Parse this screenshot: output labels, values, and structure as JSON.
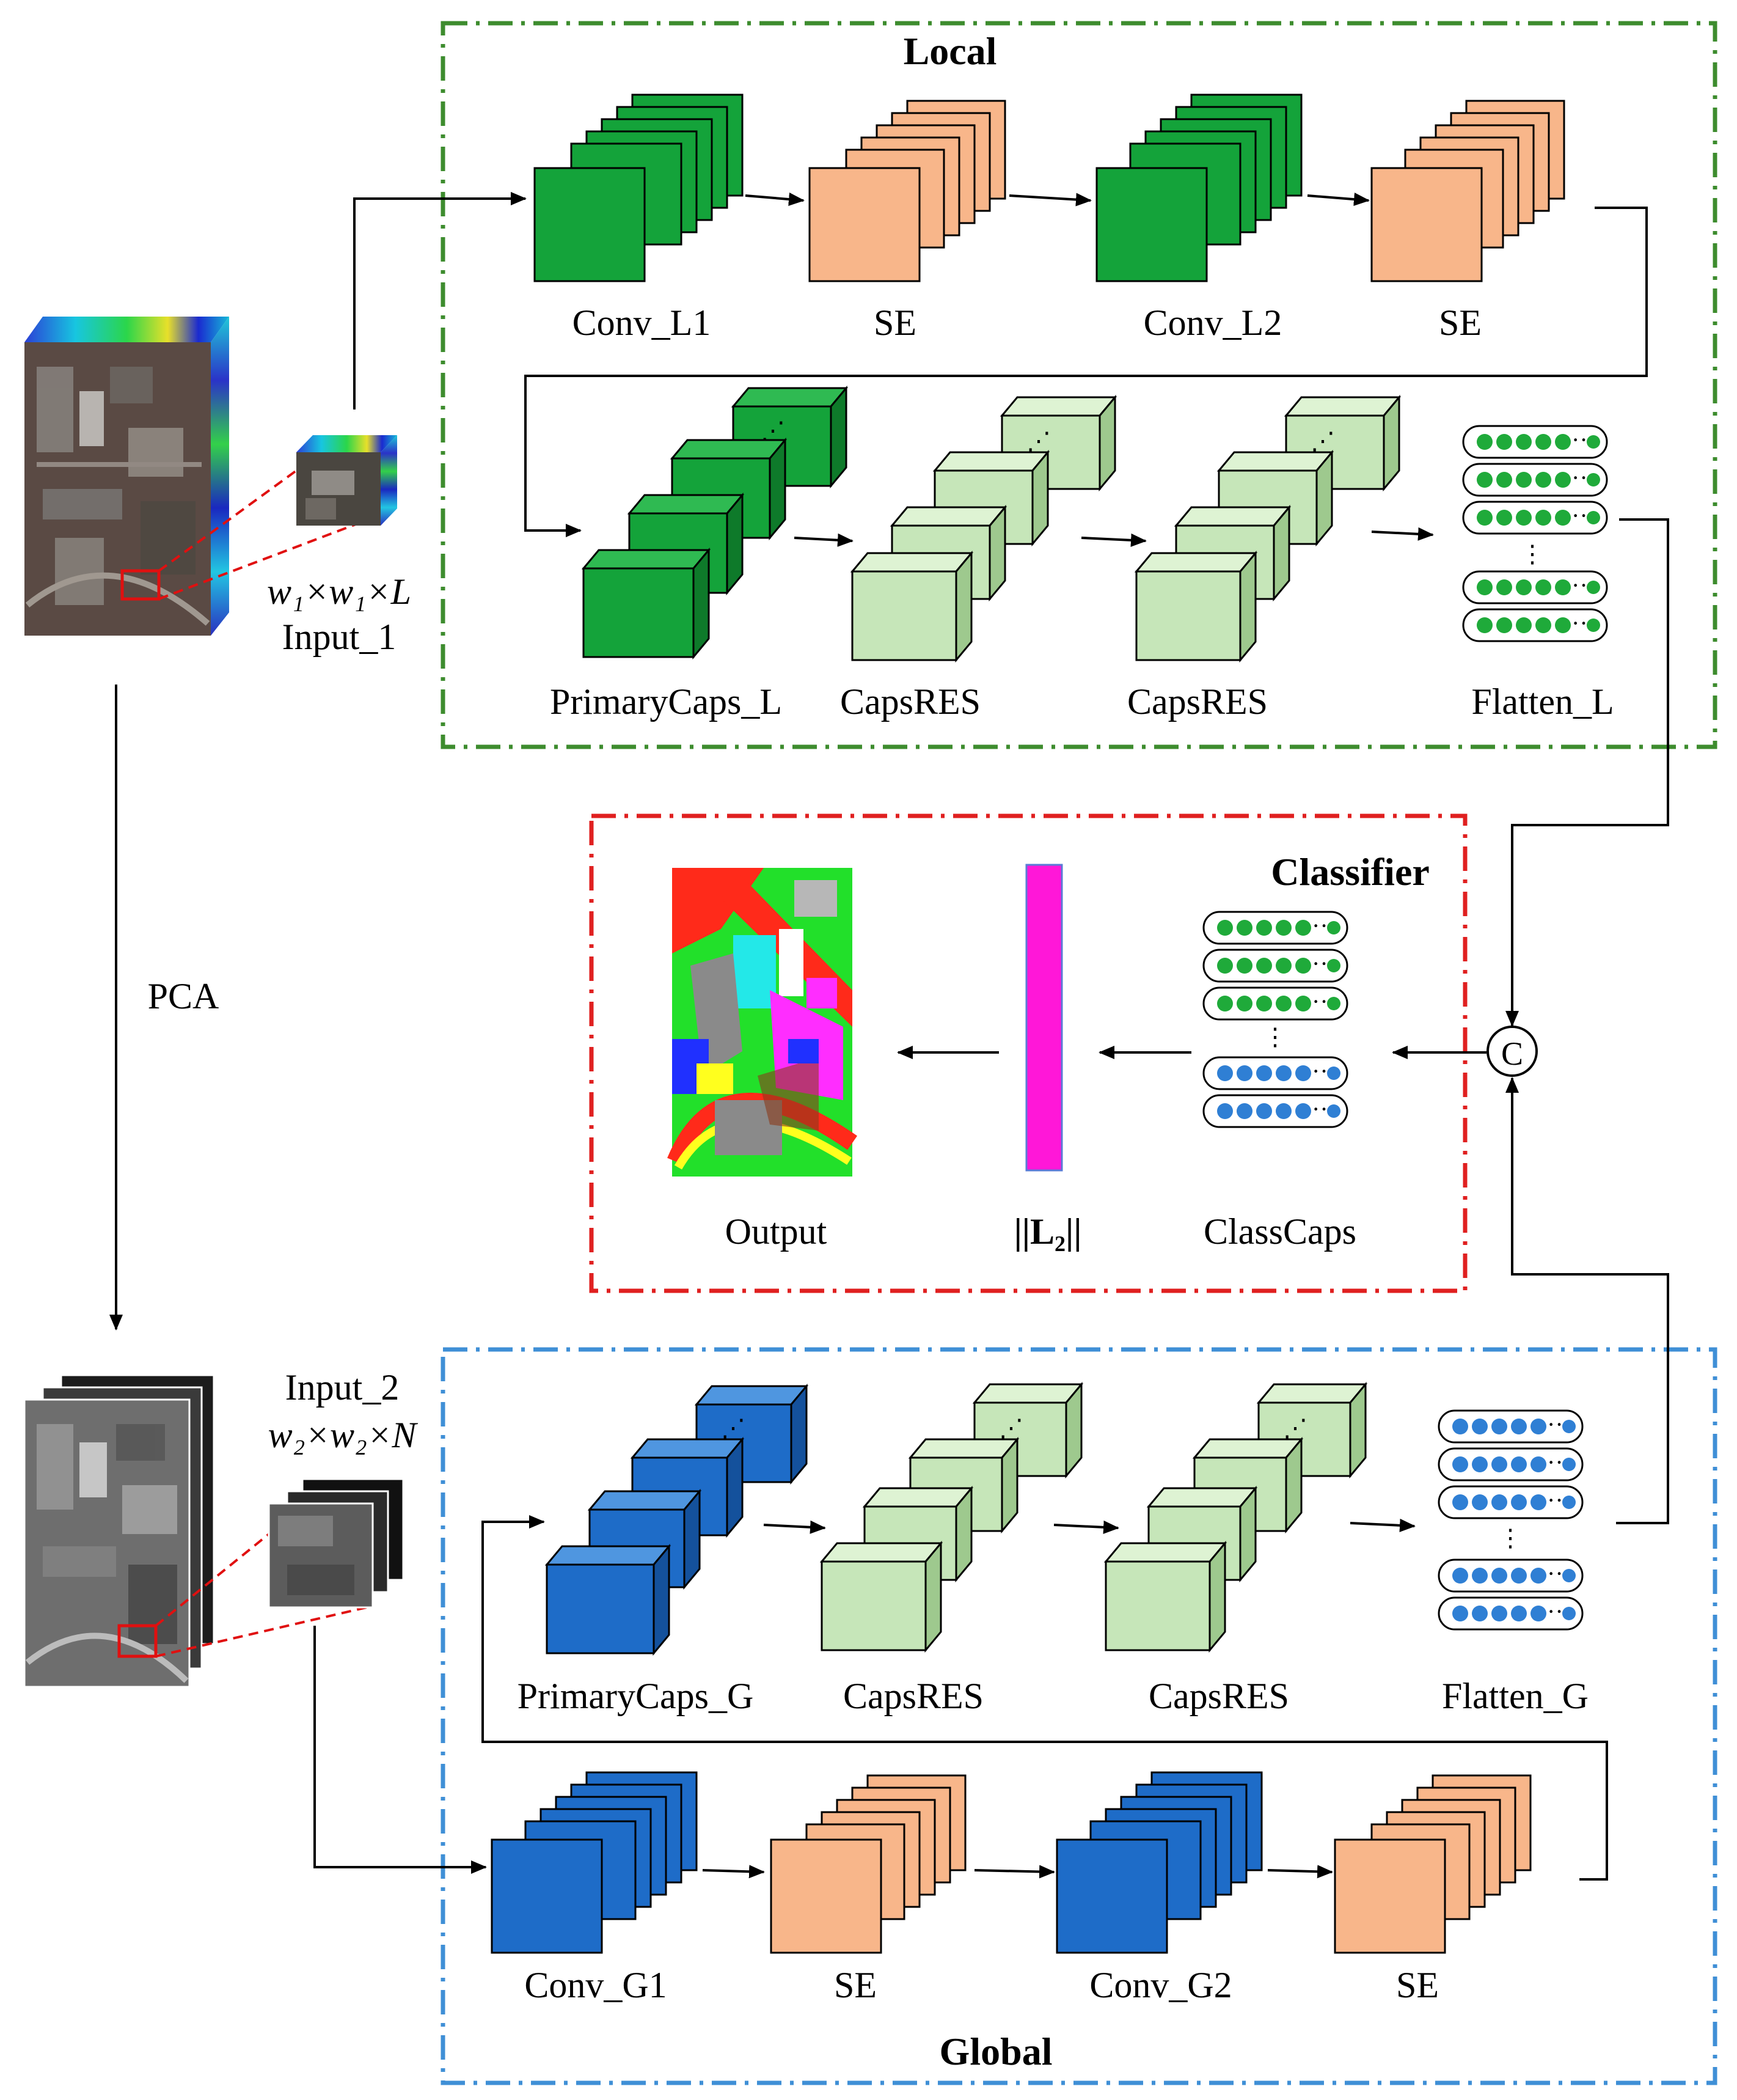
{
  "colors": {
    "conv_local": "#14a33a",
    "conv_global": "#1e6cc8",
    "se": "#f8b68a",
    "caps": "#c6e6b9",
    "local_border": "#3d8c2e",
    "classifier_border": "#e02020",
    "global_border": "#3f8fd6",
    "norm_bar": "#ff17d8",
    "capsule_local_dot": "#1faa3a",
    "capsule_global_dot": "#2f7fd4"
  },
  "modules": {
    "local": "Local",
    "classifier": "Classifier",
    "global": "Global"
  },
  "labels": {
    "conv_l1": "Conv_L1",
    "se": "SE",
    "conv_l2": "Conv_L2",
    "primarycaps_l": "PrimaryCaps_L",
    "capsres": "CapsRES",
    "flatten_l": "Flatten_L",
    "output": "Output",
    "norm": "||L₂||",
    "classcaps": "ClassCaps",
    "primarycaps_g": "PrimaryCaps_G",
    "flatten_g": "Flatten_G",
    "conv_g1": "Conv_G1",
    "conv_g2": "Conv_G2",
    "pca": "PCA",
    "concat": "C"
  },
  "inputs": {
    "input1_name": "Input_1",
    "input1_dims": "w₁×w₁×L",
    "input2_name": "Input_2",
    "input2_dims": "w₂×w₂×N"
  },
  "icons": {
    "hsi_cube": "hyperspectral-cube-icon",
    "pca_stack": "pca-band-stack-icon",
    "classification_map": "classification-map-icon"
  }
}
